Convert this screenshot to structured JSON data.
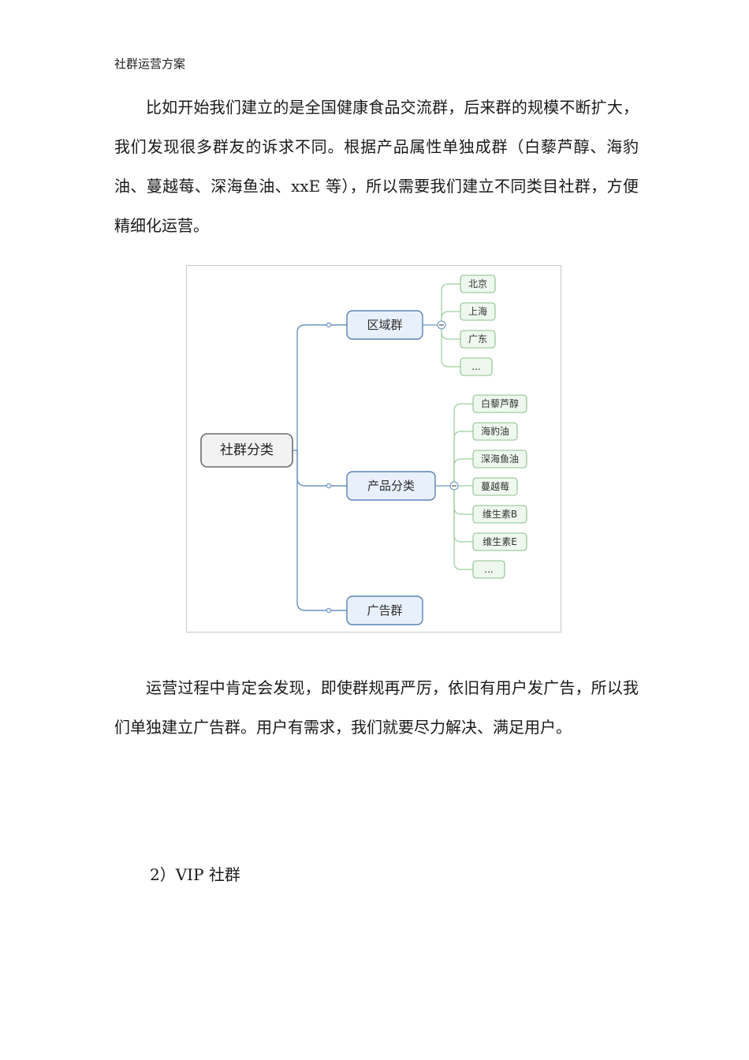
{
  "header": {
    "title": "社群运营方案"
  },
  "paragraphs": [
    "比如开始我们建立的是全国健康食品交流群，后来群的规模不断扩大，我们发现很多群友的诉求不同。根据产品属性单独成群（白藜芦醇、海豹油、蔓越莓、深海鱼油、xxE 等），所以需要我们建立不同类目社群，方便精细化运营。",
    "运营过程中肯定会发现，即使群规再严厉，依旧有用户发广告，所以我们单独建立广告群。用户有需求，我们就要尽力解决、满足用户。"
  ],
  "subheading": "2）VIP 社群",
  "mindmap": {
    "root": "社群分类",
    "branches": [
      {
        "label": "区域群",
        "children": [
          "北京",
          "上海",
          "广东",
          "..."
        ]
      },
      {
        "label": "产品分类",
        "children": [
          "白藜芦醇",
          "海豹油",
          "深海鱼油",
          "蔓越莓",
          "维生素B",
          "维生素E",
          "..."
        ]
      },
      {
        "label": "广告群",
        "children": []
      }
    ]
  },
  "colors": {
    "root_fill": "#f2f2f2",
    "root_stroke": "#6b6b6b",
    "branch_fill": "#e8f0fb",
    "branch_stroke": "#5b82b8",
    "leaf_fill": "#eef8ee",
    "leaf_stroke": "#8cc08c",
    "branch_line": "#6a93c4",
    "leaf_line": "#9ccf9c"
  }
}
